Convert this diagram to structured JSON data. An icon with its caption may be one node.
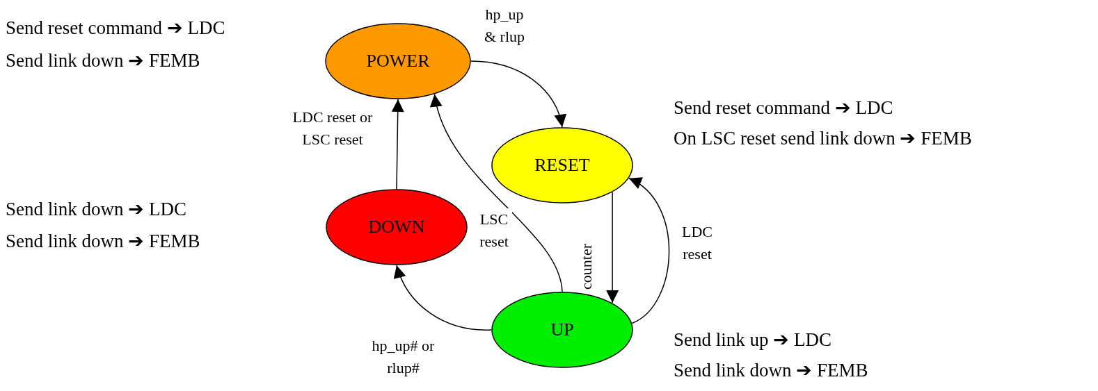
{
  "diagram": {
    "nodes": [
      {
        "text": [
          "POWER"
        ],
        "beside": [
          "Send reset command ➔ LDC",
          "Send link down ➔ FEMB"
        ]
      },
      {
        "text": [
          "RESET"
        ],
        "beside": [
          "Send reset command ➔ LDC",
          "On LSC reset send link down ➔ FEMB"
        ]
      },
      {
        "text": [
          "DOWN"
        ],
        "beside": [
          "Send link down ➔ LDC",
          "Send link down ➔ FEMB"
        ]
      },
      {
        "text": [
          "UP"
        ],
        "beside": [
          "Send link up ➔ LDC",
          "Send link down ➔ FEMB"
        ]
      }
    ],
    "edges": [
      {
        "from": 0,
        "to": 1,
        "arrow": "to",
        "label": "hp_up & rlup"
      },
      {
        "from": 2,
        "to": 0,
        "arrow": "to",
        "label": "LDC reset or LSC reset"
      },
      {
        "from": 1,
        "to": 3,
        "arrow": "to",
        "label": "counter"
      },
      {
        "from": 3,
        "to": 1,
        "arrow": "to",
        "label": "LDC reset"
      },
      {
        "from": 3,
        "to": 0,
        "arrow": "to",
        "label": "LSC reset"
      },
      {
        "from": 3,
        "to": 2,
        "arrow": "to",
        "label": "hp_up# or rlup#"
      }
    ]
  }
}
